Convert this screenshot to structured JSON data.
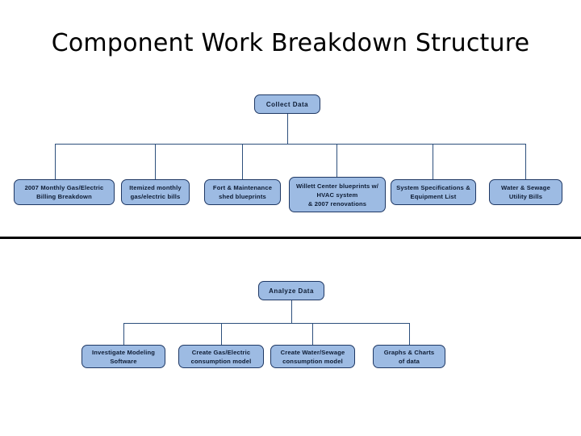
{
  "slide": {
    "title": "Component Work Breakdown Structure",
    "background_color": "#ffffff",
    "divider_color": "#000000"
  },
  "theme": {
    "node_fill": "#9dbbe3",
    "node_border": "#1f3864",
    "connector_color": "#2d4f7c",
    "text_color": "#0d1b33"
  },
  "diagrams": [
    {
      "name": "collect-data-tree",
      "root": {
        "label": "Collect Data"
      },
      "children": [
        {
          "label": "2007 Monthly Gas/Electric\nBilling Breakdown"
        },
        {
          "label": "Itemized monthly\ngas/electric bills"
        },
        {
          "label": "Fort & Maintenance\nshed blueprints"
        },
        {
          "label": "Willett Center blueprints w/\nHVAC system\n& 2007 renovations"
        },
        {
          "label": "System Specifications &\nEquipment List"
        },
        {
          "label": "Water & Sewage\nUtility Bills"
        }
      ]
    },
    {
      "name": "analyze-data-tree",
      "root": {
        "label": "Analyze Data"
      },
      "children": [
        {
          "label": "Investigate Modeling\nSoftware"
        },
        {
          "label": "Create Gas/Electric\nconsumption model"
        },
        {
          "label": "Create Water/Sewage\nconsumption model"
        },
        {
          "label": "Graphs & Charts\nof data"
        }
      ]
    }
  ]
}
